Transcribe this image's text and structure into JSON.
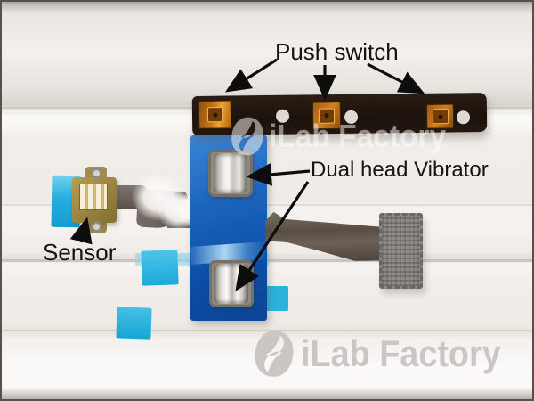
{
  "annotations": {
    "push_switch_label": "Push switch",
    "dual_head_vibrator_label": "Dual head Vibrator",
    "sensor_label": "Sensor"
  },
  "watermark": {
    "center_text": "iLab Factory",
    "bottom_text": "iLab Factory"
  },
  "colors": {
    "label_text": "#141414",
    "strip_black": "#1f140d",
    "switch_amber": "#cd7d1e",
    "bracket_blue": "#1560b4",
    "vibrator_silver": "#e8e6e2",
    "tape_cyan": "#28b2dc",
    "sensor_gold": "#a78e48",
    "connector_gray": "#8f8c88",
    "watermark_gray": "#c9c6c3",
    "background_white": "#f2efec"
  }
}
